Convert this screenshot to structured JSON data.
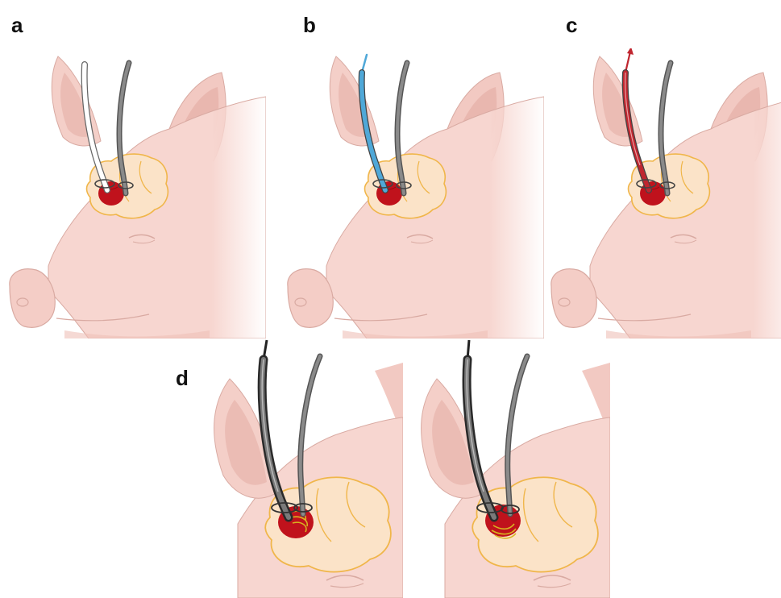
{
  "panels": {
    "a": {
      "label": "a",
      "tube_color": "#ffffff"
    },
    "b": {
      "label": "b",
      "tube_color": "#4fa8d8"
    },
    "c": {
      "label": "c",
      "tube_color": "#c0262f"
    },
    "d": {
      "label": "d",
      "tube_color": "#3a3a3a"
    }
  },
  "colors": {
    "skin": "#f7d6d0",
    "skin_shade": "#efbfb7",
    "skin_line": "#d9aaa2",
    "brain": "#fbe3c8",
    "brain_outline": "#f0b64a",
    "lesion": "#c0121c",
    "probe_gray": "#8a8a8a",
    "probe_dark": "#555555",
    "coil": "#d8b420"
  }
}
